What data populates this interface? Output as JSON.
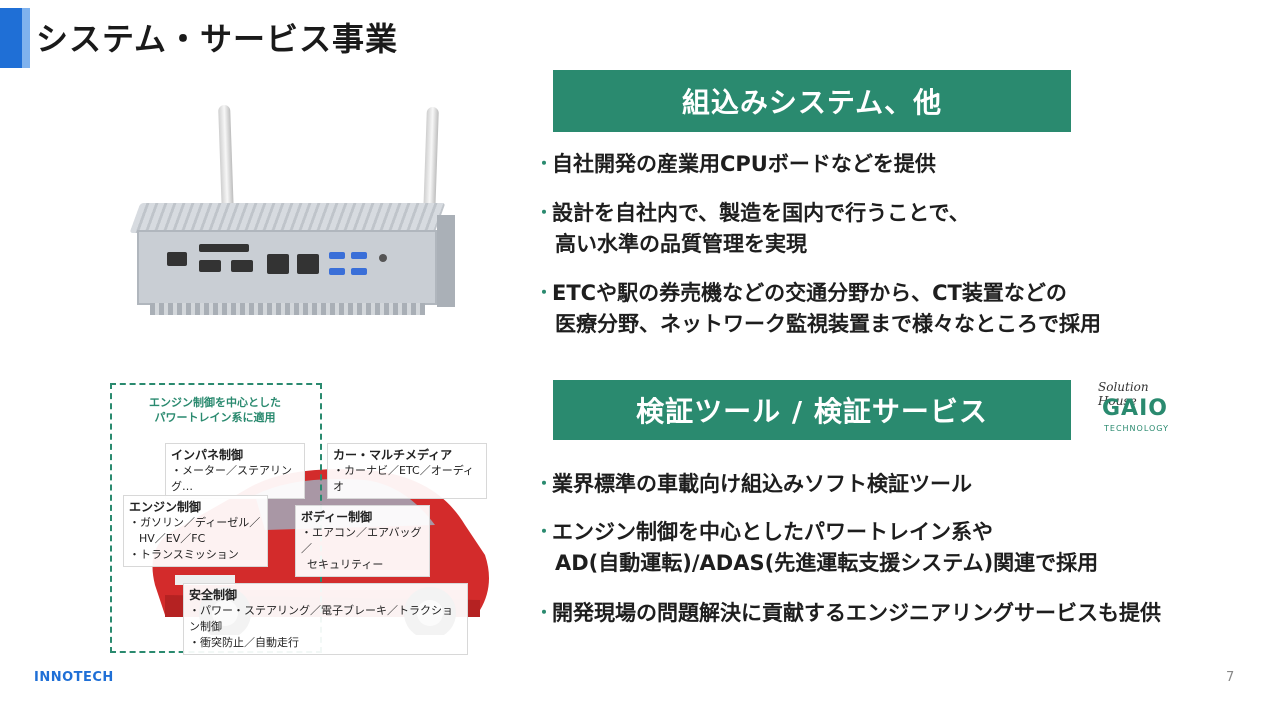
{
  "page_title": "システム・サービス事業",
  "section1": {
    "banner": "組込みシステム、他",
    "bullets": [
      {
        "l1": "自社開発の産業用CPUボードなどを提供",
        "l2": ""
      },
      {
        "l1": "設計を自社内で、製造を国内で行うことで、",
        "l2": "高い水準の品質管理を実現"
      },
      {
        "l1": "ETCや駅の券売機などの交通分野から、CT装置などの",
        "l2": "医療分野、ネットワーク監視装置まで様々なところで採用"
      }
    ]
  },
  "section2": {
    "banner": "検証ツール / 検証サービス",
    "bullets": [
      {
        "l1": "業界標準の車載向け組込みソフト検証ツール",
        "l2": ""
      },
      {
        "l1": "エンジン制御を中心としたパワートレイン系や",
        "l2": "AD(自動運転)/ADAS(先進運転支援システム)関連で採用"
      },
      {
        "l1": "開発現場の問題解決に貢献するエンジニアリングサービスも提供",
        "l2": ""
      }
    ]
  },
  "car_diagram": {
    "frame_caption_l1": "エンジン制御を中心とした",
    "frame_caption_l2": "パワートレイン系に適用",
    "labels": {
      "inpane": {
        "hd": "インパネ制御",
        "l1": "・メーター／ステアリング…"
      },
      "multimedia": {
        "hd": "カー・マルチメディア",
        "l1": "・カーナビ／ETC／オーディオ"
      },
      "engine": {
        "hd": "エンジン制御",
        "l1": "・ガソリン／ディーゼル／",
        "l2": "HV／EV／FC",
        "l3": "・トランスミッション"
      },
      "body": {
        "hd": "ボディー制御",
        "l1": "・エアコン／エアバッグ／",
        "l2": "セキュリティー"
      },
      "safety": {
        "hd": "安全制御",
        "l1": "・パワー・ステアリング／電子ブレーキ／トラクション制御",
        "l2": "・衝突防止／自動走行"
      }
    }
  },
  "gaio_logo": {
    "script": "Solution House",
    "main": "GAIO",
    "sub": "TECHNOLOGY"
  },
  "footer": {
    "logo": "INNOTECH",
    "page": "7"
  },
  "colors": {
    "accent": "#2a8a6f",
    "title_blue": "#1f6fd6",
    "car_red": "#d32b2b"
  }
}
